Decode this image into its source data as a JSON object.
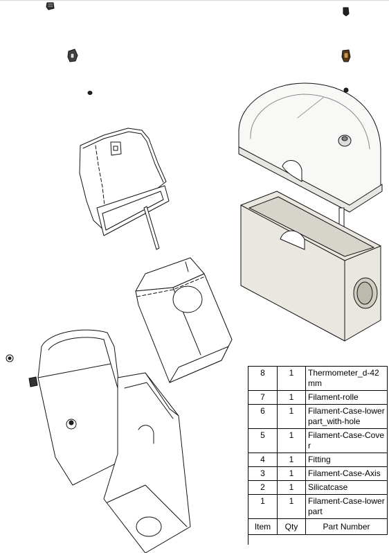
{
  "bom": {
    "rows": [
      {
        "item": "8",
        "qty": "1",
        "part": "Thermometer_d-42mm"
      },
      {
        "item": "7",
        "qty": "1",
        "part": "Filament-rolle"
      },
      {
        "item": "6",
        "qty": "1",
        "part": "Filament-Case-lowerpart_with-hole"
      },
      {
        "item": "5",
        "qty": "1",
        "part": "Filament-Case-Cover"
      },
      {
        "item": "4",
        "qty": "1",
        "part": "Fitting"
      },
      {
        "item": "3",
        "qty": "1",
        "part": "Filament-Case-Axis"
      },
      {
        "item": "2",
        "qty": "1",
        "part": "Silicatcase"
      },
      {
        "item": "1",
        "qty": "1",
        "part": "Filament-Case-lowerpart"
      }
    ],
    "header": {
      "item": "Item",
      "qty": "Qty",
      "part": "Part Number"
    }
  },
  "colors": {
    "line": "#111111",
    "box_fill": "#e8e6df",
    "box_inner": "#d6d3ca",
    "cover_fill": "#f7f7f5"
  }
}
